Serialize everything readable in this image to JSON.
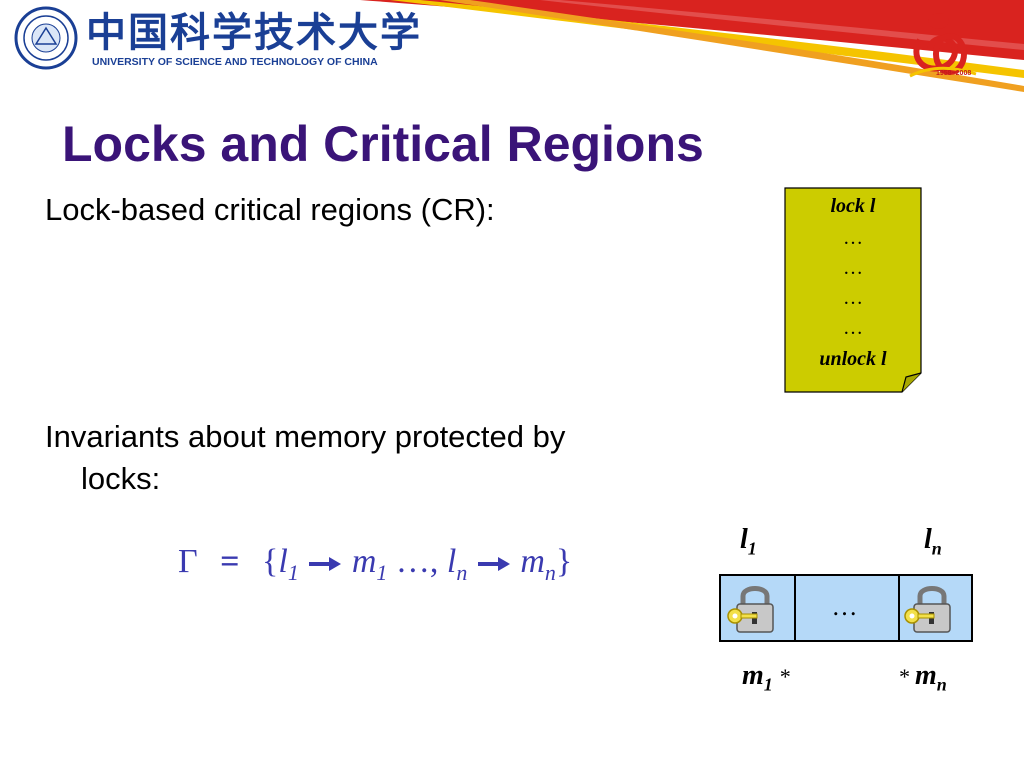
{
  "header": {
    "university_cn": "中国科学技术大学",
    "university_en": "UNIVERSITY OF SCIENCE AND TECHNOLOGY OF CHINA",
    "anniversary_years": "1958~2008",
    "seal_icon": "university-seal",
    "anniversary_icon": "50th-anniversary-logo",
    "colors": {
      "brand_blue": "#1a3f95",
      "banner_red": "#d9231f",
      "title_purple": "#3a1478"
    }
  },
  "slide": {
    "title": "Locks and Critical Regions",
    "bullet_1": "Lock-based critical regions (CR):",
    "bullet_2_line1": "Invariants about memory protected by",
    "bullet_2_line2": "locks:"
  },
  "note": {
    "color": "#cccc00",
    "lines": [
      "lock l",
      "…",
      "…",
      "…",
      "…",
      "unlock l"
    ]
  },
  "formula": {
    "gamma": "Γ",
    "equals": "=",
    "open": "{",
    "l": "l",
    "m": "m",
    "sub1": "1",
    "subn": "n",
    "comma": ",",
    "ellipsis": " …, ",
    "close": "}"
  },
  "diagram": {
    "l": "l",
    "m": "m",
    "sub1": "1",
    "subn": "n",
    "star": "*",
    "middle_dots": "…",
    "lock_icon": "lock-with-key-icon"
  }
}
